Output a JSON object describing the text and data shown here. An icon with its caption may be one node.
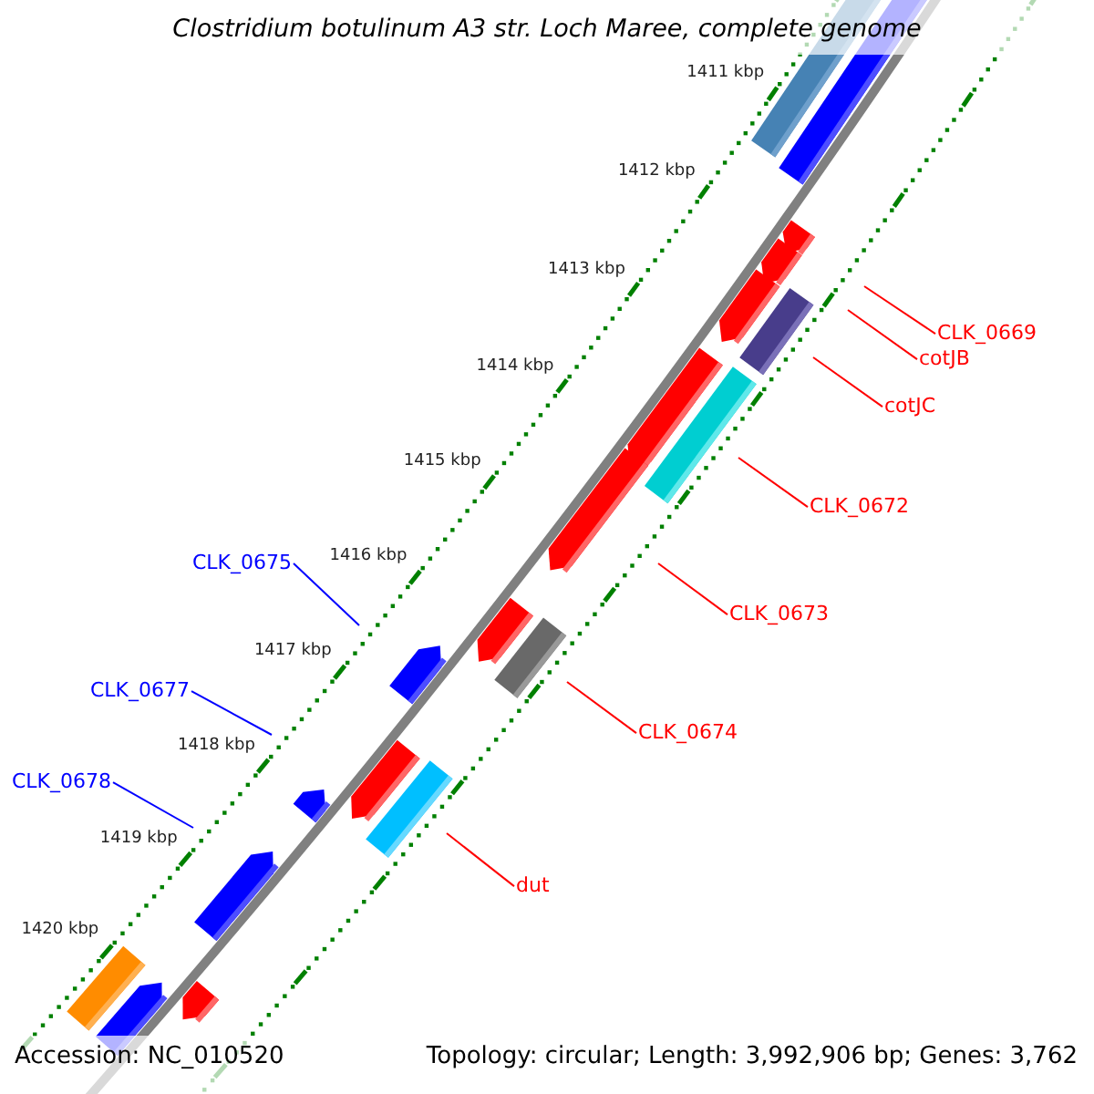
{
  "diagram": {
    "title": "Clostridium botulinum A3 str. Loch Maree, complete genome",
    "nodes": [
      {
        "text": [
          "CLK_0669"
        ]
      },
      {
        "text": [
          "cotJB"
        ]
      },
      {
        "text": [
          "cotJC"
        ]
      },
      {
        "text": [
          "CLK_0672"
        ]
      },
      {
        "text": [
          "CLK_0675"
        ]
      },
      {
        "text": [
          "CLK_0673"
        ]
      },
      {
        "text": [
          "CLK_0677"
        ]
      },
      {
        "text": [
          "CLK_0674"
        ]
      },
      {
        "text": [
          "CLK_0678"
        ]
      },
      {
        "text": [
          "dut"
        ]
      }
    ],
    "edges": [
      {
        "from": 0,
        "to": null,
        "arrow": "none"
      },
      {
        "from": 1,
        "to": null,
        "arrow": "none"
      },
      {
        "from": 2,
        "to": null,
        "arrow": "none"
      },
      {
        "from": 3,
        "to": null,
        "arrow": "none"
      },
      {
        "from": 4,
        "to": null,
        "arrow": "none",
        "color": "#0000ff"
      },
      {
        "from": 5,
        "to": null,
        "arrow": "none"
      },
      {
        "from": 6,
        "to": null,
        "arrow": "none",
        "color": "#0000ff"
      },
      {
        "from": 7,
        "to": null,
        "arrow": "none"
      },
      {
        "from": 8,
        "to": null,
        "arrow": "none",
        "color": "#0000ff"
      },
      {
        "from": 9,
        "to": null,
        "arrow": "none"
      }
    ],
    "labels": [
      "1411 kbp",
      "1412 kbp",
      "1413 kbp",
      "1414 kbp",
      "1415 kbp",
      "1416 kbp",
      "1417 kbp",
      "1418 kbp",
      "1419 kbp",
      "1420 kbp",
      "Accession: NC_010520",
      "Topology: circular; Length: 3,992,906 bp; Genes: 3,762"
    ]
  }
}
